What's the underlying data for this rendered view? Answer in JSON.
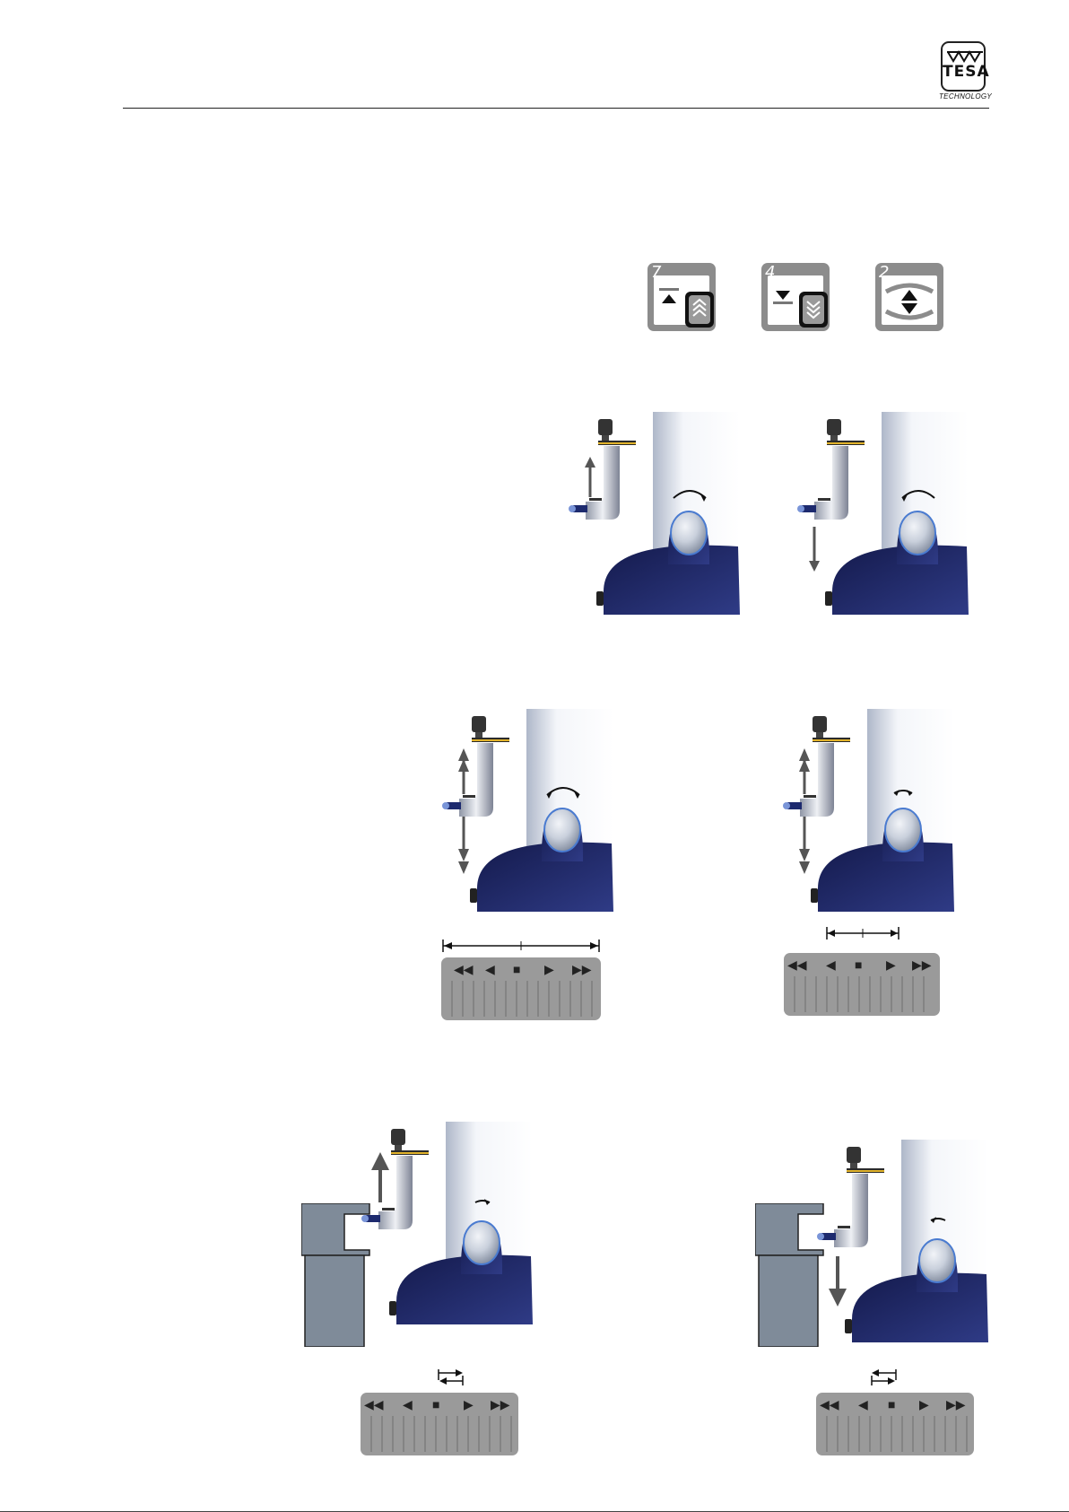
{
  "logo": {
    "brand": "TESA",
    "tagline": "TECHNOLOGY"
  },
  "keys": [
    {
      "number": "7",
      "name": "Fast up key"
    },
    {
      "number": "4",
      "name": "Fast down key"
    },
    {
      "number": "2",
      "name": "Probing key"
    }
  ],
  "keypad_buttons": [
    "◀◀",
    "◀",
    "■",
    "▶",
    "▶▶"
  ],
  "colors": {
    "probe_blue": "#1d2a6e",
    "key_grey": "#8a8a8a",
    "keypad_grey": "#9a9a9a",
    "base_navy": "#1b2260",
    "accent_yellow": "#e0b22a"
  }
}
